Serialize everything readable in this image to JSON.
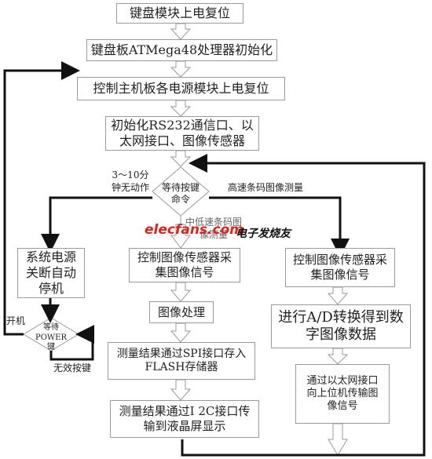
{
  "boxes": {
    "b1": "键盘模块上电复位",
    "b2": "键盘板ATMega48处理器初始化",
    "b3": "控制主机板各电源模块上电复位",
    "b4": "初始化RS232通信口、以太网接口、图像传感器",
    "left": "系统电源关断自动停机",
    "mid1": "控制图像传感器采集图像信号",
    "mid2": "图像处理",
    "mid3": "测量结果通过SPI接口存入FLASH存储器",
    "mid4": "测量结果通过I 2C接口传输到液晶屏显示",
    "right1": "控制图像传感器采集图像信号",
    "right2": "进行A/D转换得到数字图像数据",
    "right3": "通过以太网接口向上位机传输图像信号"
  },
  "decisions": {
    "wait_key": "等待按键命令",
    "wait_power": "等待POWER键"
  },
  "labels": {
    "timeout": "3～10分钟无动作",
    "high_speed": "高速条码图像测量",
    "low_speed": "中低速条码图像测量",
    "power_on": "开机",
    "invalid_key": "无效按键"
  },
  "watermark": {
    "brand": "elecfans.com",
    "cn": "电子发烧友"
  }
}
